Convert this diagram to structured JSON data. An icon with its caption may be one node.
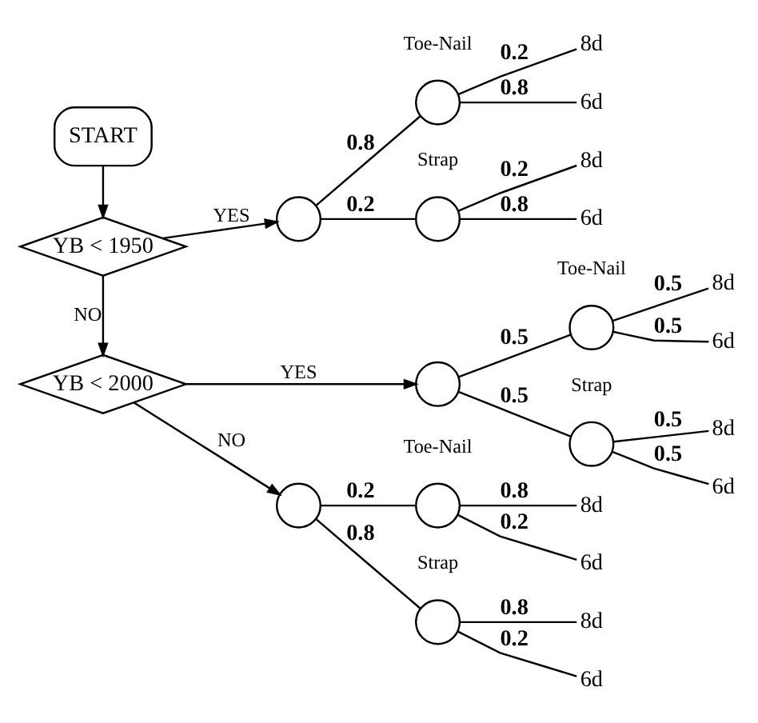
{
  "diagram": {
    "nodes": [
      {
        "text": [
          "START"
        ]
      },
      {
        "text": [
          "YB < 1950"
        ]
      },
      {
        "text": [],
        "shape": "circle"
      },
      {
        "text": [],
        "shape": "circle",
        "beside": [
          "Toe-Nail"
        ]
      },
      {
        "text": [
          "8d"
        ]
      },
      {
        "text": [
          "6d"
        ]
      },
      {
        "text": [],
        "shape": "circle",
        "beside": [
          "Strap"
        ]
      },
      {
        "text": [
          "8d"
        ]
      },
      {
        "text": [
          "6d"
        ]
      },
      {
        "text": [
          "YB < 2000"
        ]
      },
      {
        "text": [],
        "shape": "circle"
      },
      {
        "text": [],
        "shape": "circle",
        "beside": [
          "Toe-Nail"
        ]
      },
      {
        "text": [
          "8d"
        ]
      },
      {
        "text": [
          "6d"
        ]
      },
      {
        "text": [],
        "shape": "circle",
        "beside": [
          "Strap"
        ]
      },
      {
        "text": [
          "8d"
        ]
      },
      {
        "text": [
          "6d"
        ]
      },
      {
        "text": [],
        "shape": "circle"
      },
      {
        "text": [],
        "shape": "circle",
        "beside": [
          "Toe-Nail"
        ]
      },
      {
        "text": [
          "8d"
        ]
      },
      {
        "text": [
          "6d"
        ]
      },
      {
        "text": [],
        "shape": "circle",
        "beside": [
          "Strap"
        ]
      },
      {
        "text": [
          "8d"
        ]
      },
      {
        "text": [
          "6d"
        ]
      }
    ],
    "edges": [
      {
        "from": 0,
        "to": 1,
        "arrow": "to"
      },
      {
        "from": 1,
        "to": 2,
        "arrow": "to",
        "label": "YES"
      },
      {
        "from": 2,
        "to": 3,
        "arrow": "none",
        "label": "0.8"
      },
      {
        "from": 3,
        "to": 4,
        "arrow": "none",
        "label": "0.2"
      },
      {
        "from": 3,
        "to": 5,
        "arrow": "none",
        "label": "0.8"
      },
      {
        "from": 2,
        "to": 6,
        "arrow": "none",
        "label": "0.2"
      },
      {
        "from": 6,
        "to": 7,
        "arrow": "none",
        "label": "0.2"
      },
      {
        "from": 6,
        "to": 8,
        "arrow": "none",
        "label": "0.8"
      },
      {
        "from": 1,
        "to": 9,
        "arrow": "to",
        "label": "NO"
      },
      {
        "from": 9,
        "to": 10,
        "arrow": "to",
        "label": "YES"
      },
      {
        "from": 10,
        "to": 11,
        "arrow": "none",
        "label": "0.5"
      },
      {
        "from": 11,
        "to": 12,
        "arrow": "none",
        "label": "0.5"
      },
      {
        "from": 11,
        "to": 13,
        "arrow": "none",
        "label": "0.5"
      },
      {
        "from": 10,
        "to": 14,
        "arrow": "none",
        "label": "0.5"
      },
      {
        "from": 14,
        "to": 15,
        "arrow": "none",
        "label": "0.5"
      },
      {
        "from": 14,
        "to": 16,
        "arrow": "none",
        "label": "0.5"
      },
      {
        "from": 9,
        "to": 17,
        "arrow": "to",
        "label": "NO"
      },
      {
        "from": 17,
        "to": 18,
        "arrow": "none",
        "label": "0.2"
      },
      {
        "from": 18,
        "to": 19,
        "arrow": "none",
        "label": "0.8"
      },
      {
        "from": 18,
        "to": 20,
        "arrow": "none",
        "label": "0.2"
      },
      {
        "from": 17,
        "to": 21,
        "arrow": "none",
        "label": "0.8"
      },
      {
        "from": 21,
        "to": 22,
        "arrow": "none",
        "label": "0.8"
      },
      {
        "from": 21,
        "to": 23,
        "arrow": "none",
        "label": "0.2"
      }
    ]
  }
}
